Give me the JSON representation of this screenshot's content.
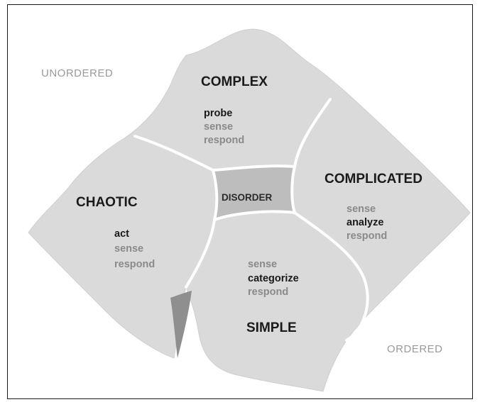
{
  "corner_labels": {
    "top_left": "UNORDERED",
    "bottom_right": "ORDERED"
  },
  "regions": {
    "complex": {
      "title": "COMPLEX",
      "steps": [
        "probe",
        "sense",
        "respond"
      ]
    },
    "complicated": {
      "title": "COMPLICATED",
      "steps": [
        "sense",
        "analyze",
        "respond"
      ]
    },
    "chaotic": {
      "title": "CHAOTIC",
      "steps": [
        "act",
        "sense",
        "respond"
      ]
    },
    "simple": {
      "title": "SIMPLE",
      "steps": [
        "sense",
        "categorize",
        "respond"
      ]
    },
    "disorder": {
      "title": "DISORDER"
    }
  },
  "colors": {
    "region_fill": "#dadada",
    "disorder_fill": "#bdbdbd",
    "divider": "#ffffff",
    "text_dark": "#1a1a1a",
    "text_light": "#8a8a8a"
  }
}
